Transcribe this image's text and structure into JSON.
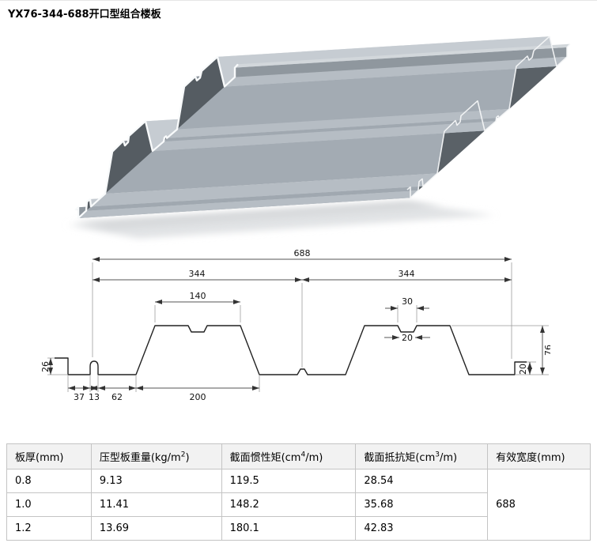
{
  "title": "YX76-344-688开口型组合楼板",
  "drawing": {
    "dims": {
      "overall": "688",
      "pitch_left": "344",
      "pitch_right": "344",
      "top_flange": "140",
      "notch_top": "30",
      "notch_bottom": "20",
      "left_edge_height": "26",
      "section_height": "76",
      "right_edge_height": "20",
      "seg_37": "37",
      "seg_13": "13",
      "seg_62": "62",
      "rib_base": "200"
    }
  },
  "table": {
    "headers": [
      {
        "pre": "板厚(mm)",
        "sup": "",
        "post": ""
      },
      {
        "pre": "压型板重量(kg/m",
        "sup": "2",
        "post": ")"
      },
      {
        "pre": "截面惯性矩(cm",
        "sup": "4",
        "post": "/m)"
      },
      {
        "pre": "截面抵抗矩(cm",
        "sup": "3",
        "post": "/m)"
      },
      {
        "pre": "有效宽度(mm)",
        "sup": "",
        "post": ""
      }
    ],
    "rows": [
      [
        "0.8",
        "9.13",
        "119.5",
        "28.54"
      ],
      [
        "1.0",
        "11.41",
        "148.2",
        "35.68"
      ],
      [
        "1.2",
        "13.69",
        "180.1",
        "42.83"
      ]
    ],
    "effective_width": "688"
  }
}
